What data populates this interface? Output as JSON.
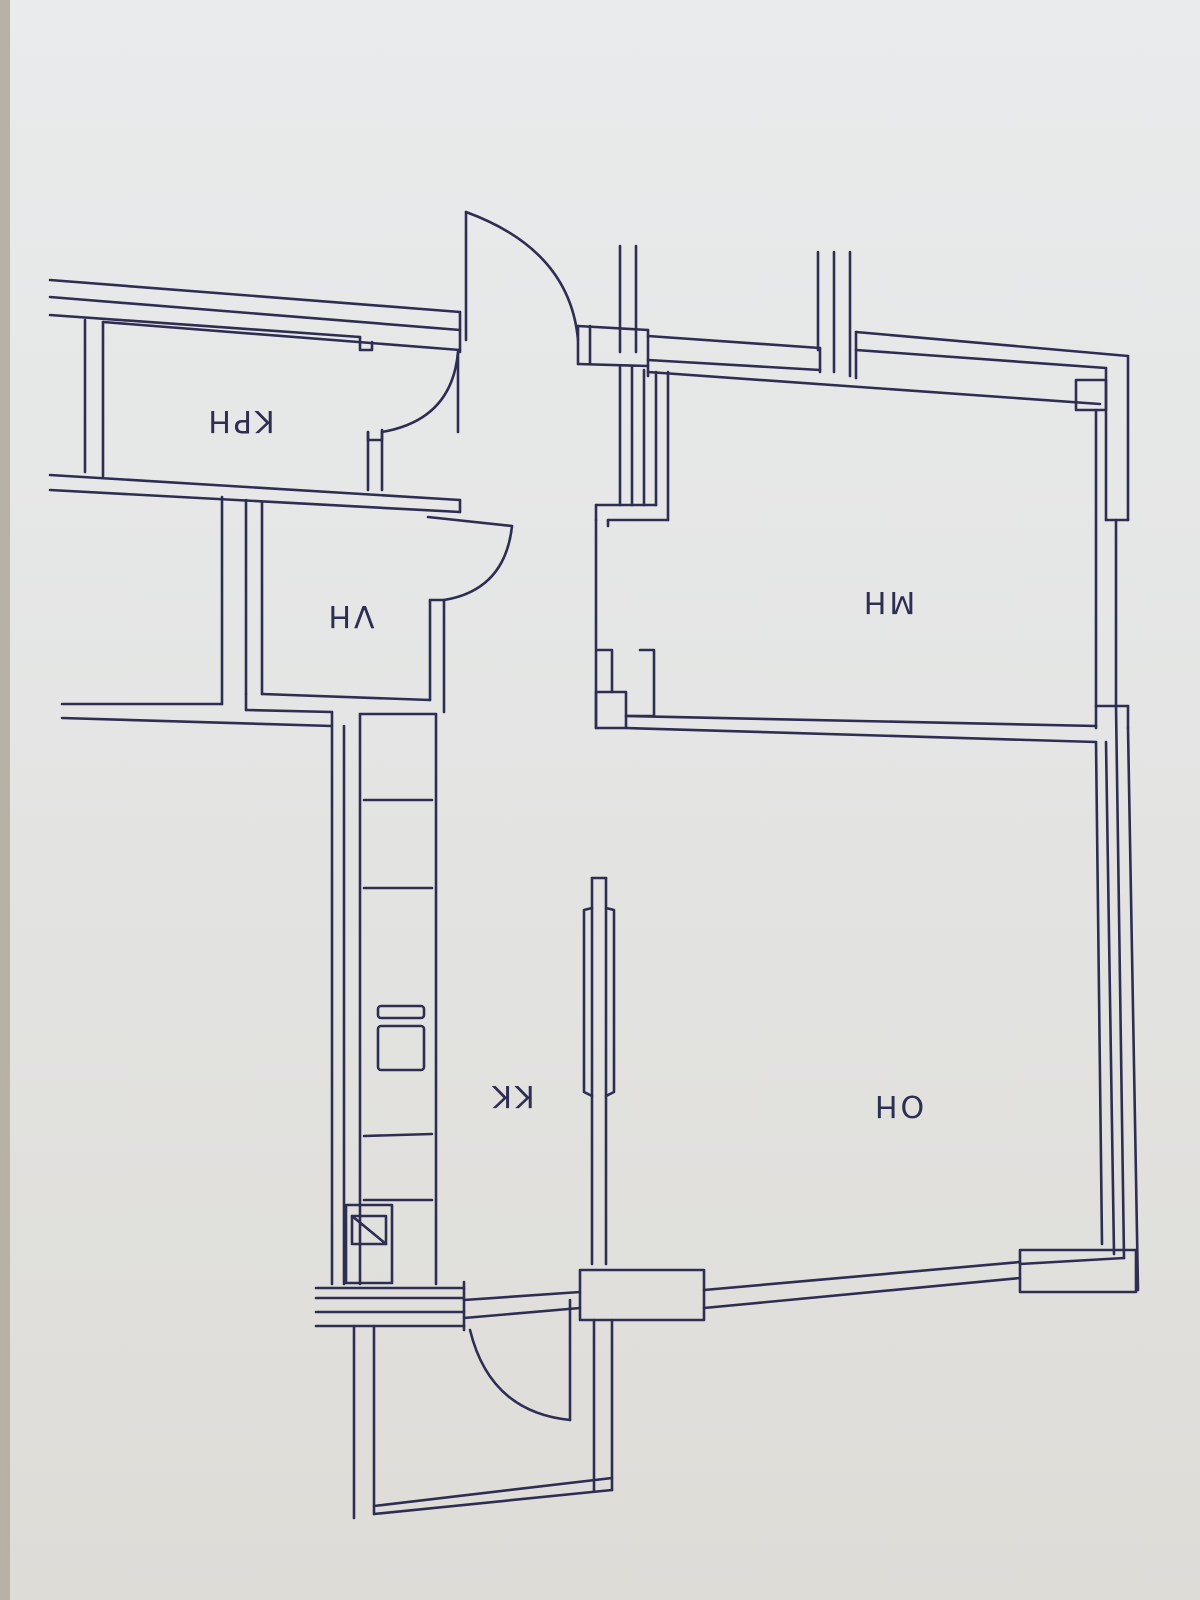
{
  "rooms": [
    {
      "id": "krh",
      "label": "KPH"
    },
    {
      "id": "vh",
      "label": "VH"
    },
    {
      "id": "mh",
      "label": "MH"
    },
    {
      "id": "kk",
      "label": "KK"
    },
    {
      "id": "oh",
      "label": "OH"
    }
  ],
  "colors": {
    "ink": "#2e2d52",
    "paper": "#e6e7e6"
  }
}
